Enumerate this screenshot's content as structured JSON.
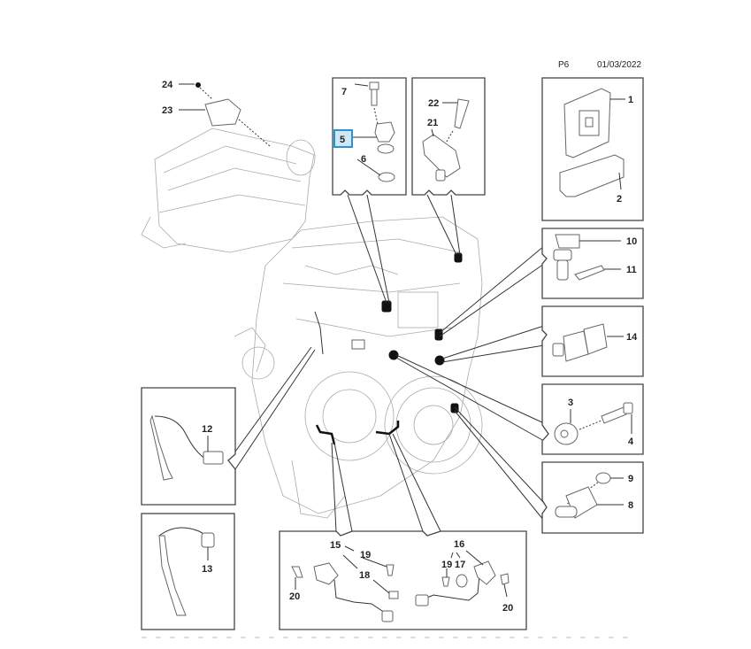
{
  "header": {
    "page_code": "P6",
    "date": "01/03/2022"
  },
  "highlighted_callout": "5",
  "callouts": {
    "c1": "1",
    "c2": "2",
    "c3": "3",
    "c4": "4",
    "c5": "5",
    "c6": "6",
    "c7": "7",
    "c8": "8",
    "c9": "9",
    "c10": "10",
    "c11": "11",
    "c12": "12",
    "c13": "13",
    "c14": "14",
    "c15": "15",
    "c16": "16",
    "c17": "17",
    "c18": "18",
    "c19a": "19",
    "c19b": "19",
    "c20a": "20",
    "c20b": "20",
    "c21": "21",
    "c22": "22",
    "c23": "23",
    "c24": "24"
  },
  "parts": [
    {
      "id": "air-cleaner-assembly",
      "callouts": [
        "23",
        "24"
      ]
    },
    {
      "id": "camshaft-position-sensor-group",
      "callouts": [
        "5",
        "6",
        "7"
      ]
    },
    {
      "id": "map-sensor-group",
      "callouts": [
        "21",
        "22"
      ]
    },
    {
      "id": "ecm-group",
      "callouts": [
        "1",
        "2"
      ]
    },
    {
      "id": "sensor-with-clip",
      "callouts": [
        "10",
        "11"
      ]
    },
    {
      "id": "oil-pressure-switch",
      "callouts": [
        "14"
      ]
    },
    {
      "id": "knock-sensor-group",
      "callouts": [
        "3",
        "4"
      ]
    },
    {
      "id": "crankshaft-sensor-group",
      "callouts": [
        "8",
        "9"
      ]
    },
    {
      "id": "oxygen-sensor-upstream",
      "callouts": [
        "12"
      ]
    },
    {
      "id": "oxygen-sensor-downstream",
      "callouts": [
        "13"
      ]
    },
    {
      "id": "harness-sensor-group",
      "callouts": [
        "15",
        "16",
        "17",
        "18",
        "19",
        "20"
      ]
    }
  ]
}
